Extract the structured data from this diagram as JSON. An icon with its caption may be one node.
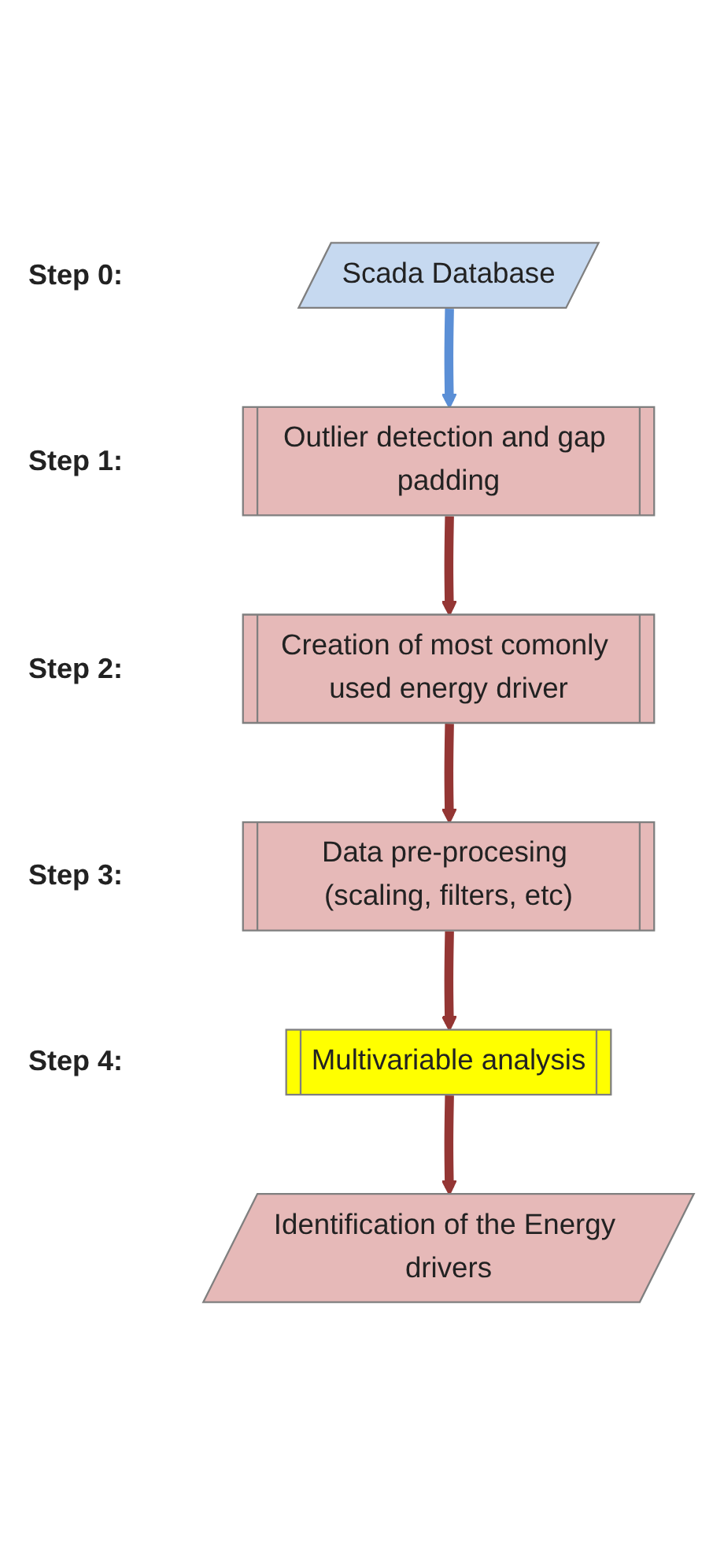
{
  "diagram": {
    "nodes": [
      {
        "text": [
          "Scada Database"
        ]
      },
      {
        "text": [
          "Outlier detection and gap padding"
        ]
      },
      {
        "text": [
          "Creation of most comonly used energy driver"
        ]
      },
      {
        "text": [
          "Data pre-procesing (scaling, filters, etc)"
        ]
      },
      {
        "text": [
          "Multivariable analysis"
        ]
      },
      {
        "text": [
          "Identification of the Energy drivers"
        ]
      }
    ],
    "edges": [
      {
        "from": 0,
        "to": 1,
        "arrow": "to",
        "color": "#5b8fd6"
      },
      {
        "from": 1,
        "to": 2,
        "arrow": "to"
      },
      {
        "from": 2,
        "to": 3,
        "arrow": "to"
      },
      {
        "from": 3,
        "to": 4,
        "arrow": "to"
      },
      {
        "from": 4,
        "to": 5,
        "arrow": "to"
      }
    ],
    "labels": [
      "Step 0:",
      "Step 1:",
      "Step 2:",
      "Step 3:",
      "Step 4:"
    ]
  }
}
